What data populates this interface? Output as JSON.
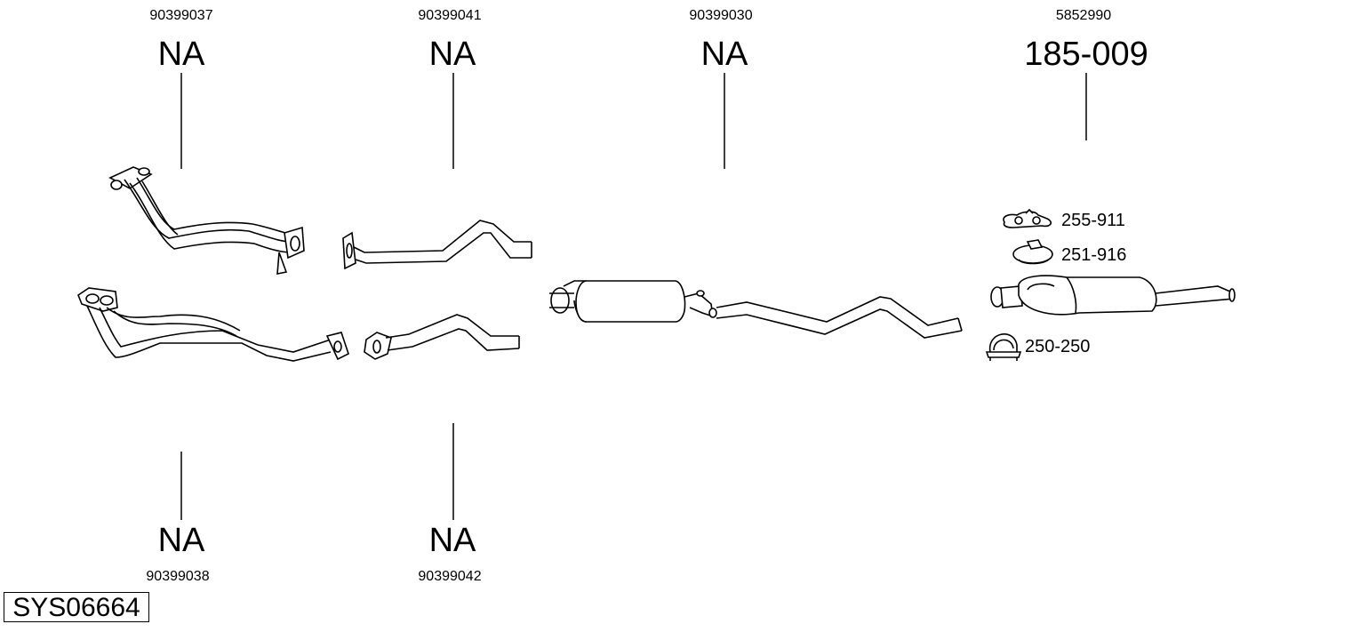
{
  "parts": [
    {
      "id": "p1",
      "ref": "90399037",
      "code": "NA"
    },
    {
      "id": "p2",
      "ref": "90399041",
      "code": "NA"
    },
    {
      "id": "p3",
      "ref": "90399030",
      "code": "NA"
    },
    {
      "id": "p4",
      "ref": "5852990",
      "code": "185-009"
    },
    {
      "id": "p5",
      "ref": "90399038",
      "code": "NA"
    },
    {
      "id": "p6",
      "ref": "90399042",
      "code": "NA"
    }
  ],
  "accessories": [
    {
      "label": "255-911",
      "icon": "mounting-bracket-icon"
    },
    {
      "label": "251-916",
      "icon": "pipe-clamp-icon"
    },
    {
      "label": "250-250",
      "icon": "u-bolt-clamp-icon"
    }
  ],
  "system_id": "SYS06664"
}
